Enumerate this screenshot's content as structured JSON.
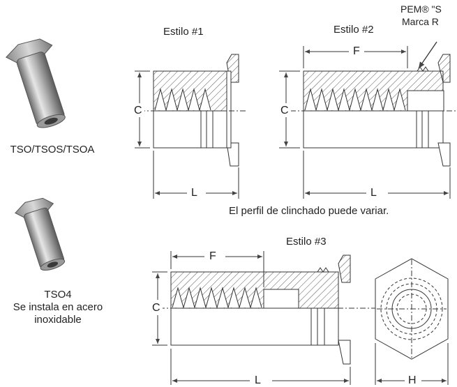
{
  "photos": {
    "tso_caption": "TSO/TSOS/TSOA",
    "tso4_caption_lines": [
      "TSO4",
      "Se instala en acero",
      "inoxidable"
    ]
  },
  "style1": {
    "title": "Estilo #1",
    "dim_c": "C",
    "dim_l": "L"
  },
  "style2": {
    "title": "Estilo #2",
    "dim_c": "C",
    "dim_f": "F",
    "dim_l": "L",
    "callout_line1": "PEM® \"S",
    "callout_line2": "Marca R"
  },
  "note": "El perfil de clinchado puede variar.",
  "style3": {
    "title": "Estilo #3",
    "dim_c": "C",
    "dim_f": "F",
    "dim_l": "L",
    "dim_h": "H"
  }
}
